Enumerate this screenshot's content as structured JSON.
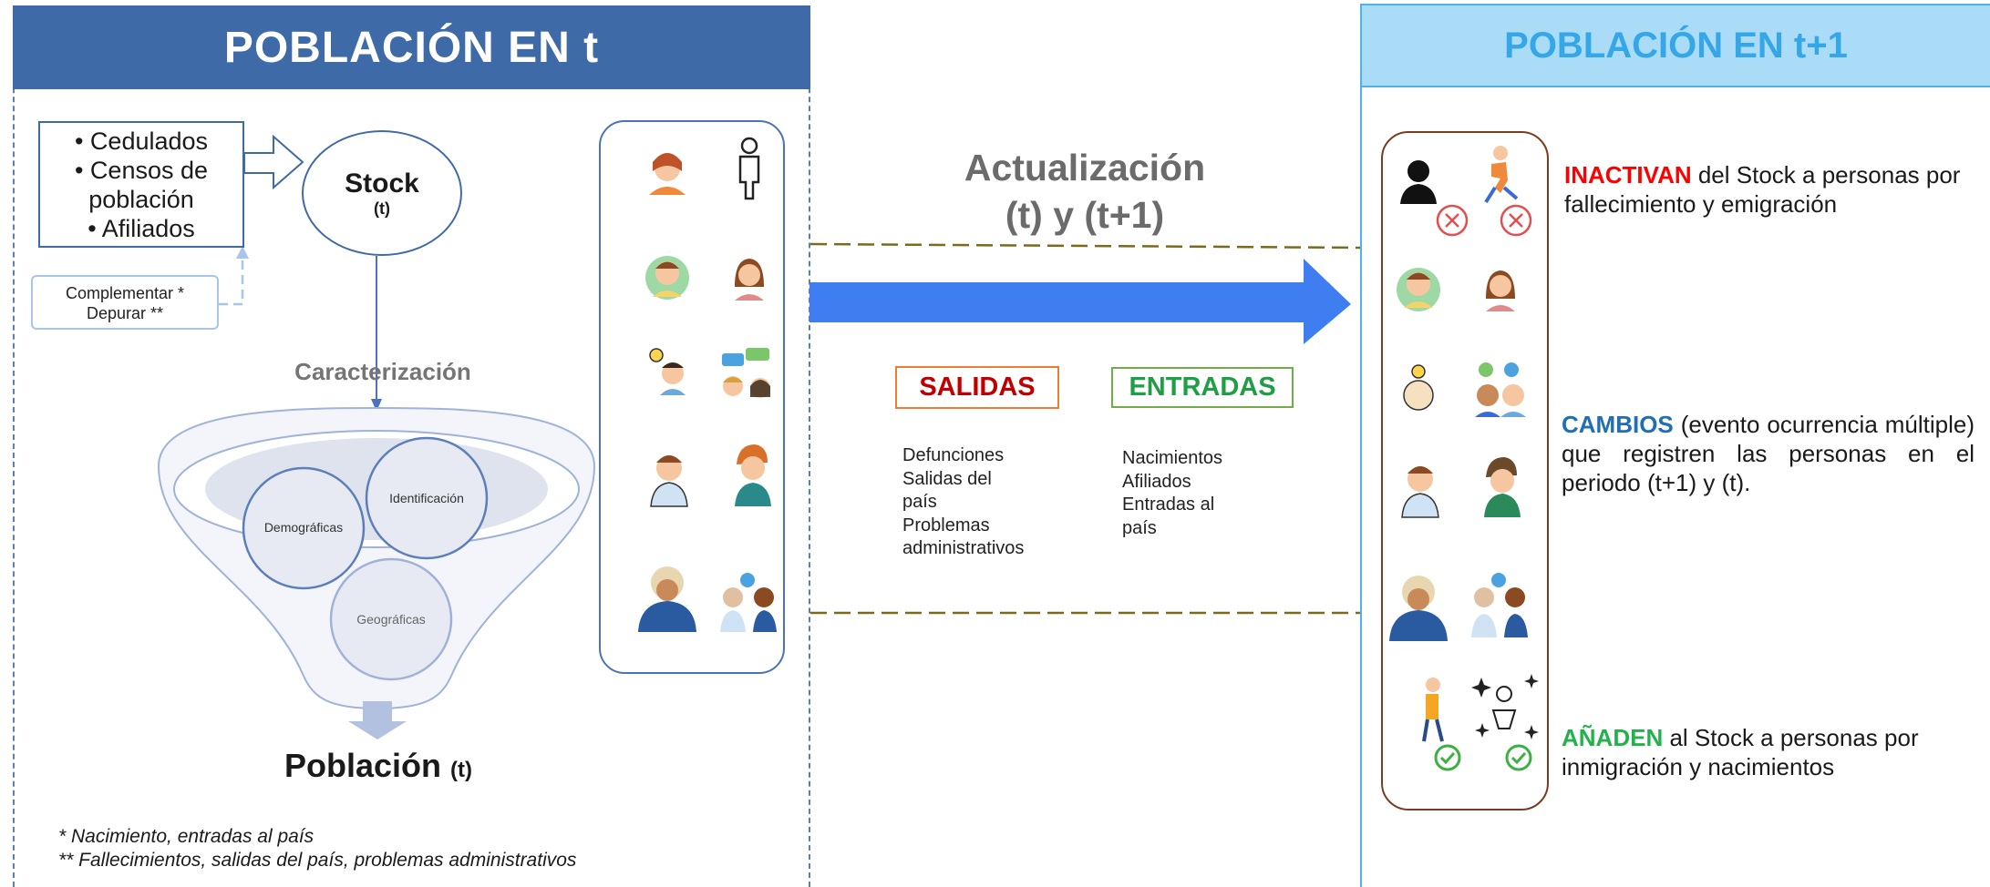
{
  "left_panel": {
    "title": "POBLACIÓN EN t",
    "sources": [
      "• Cedulados",
      "• Censos de",
      "población",
      "• Afiliados"
    ],
    "complement": [
      "Complementar *",
      "Depurar **"
    ],
    "stock_label": "Stock",
    "stock_sub": "(t)",
    "caracterizacion": "Caracterización",
    "funnel_circles": [
      "Demográficas",
      "Identificación",
      "Geográficas"
    ],
    "poblacion_label": "Población",
    "poblacion_sub": "(t)",
    "footnotes": [
      "* Nacimiento, entradas al país",
      "** Fallecimientos, salidas del país, problemas administrativos"
    ]
  },
  "middle": {
    "update_line1": "Actualización",
    "update_line2": "(t) y (t+1)",
    "salidas_title": "SALIDAS",
    "salidas_items": [
      "Defunciones",
      "Salidas del",
      "país",
      "Problemas",
      "administrativos"
    ],
    "entradas_title": "ENTRADAS",
    "entradas_items": [
      "Nacimientos",
      "Afiliados",
      "Entradas al",
      "país"
    ]
  },
  "right_panel": {
    "title": "POBLACIÓN EN t+1",
    "inactivan_kw": "INACTIVAN",
    "inactivan_text": " del Stock a personas por fallecimiento y emigración",
    "cambios_kw": "CAMBIOS",
    "cambios_text": " (evento ocurrencia múltiple) que registren las personas en el periodo (t+1) y (t).",
    "anaden_kw": "AÑADEN",
    "anaden_text": " al Stock a personas por inmigración y nacimientos"
  },
  "colors": {
    "left_header": "#3f6aa8",
    "right_header": "#aadcf7",
    "arrow": "#3f7ef0",
    "salidas": "#c00000",
    "entradas": "#1f9e45",
    "inactivan": "#ff0000",
    "cambios": "#1f6fb5",
    "anaden": "#22b24c"
  },
  "icons": [
    "person-icons",
    "cross-icon",
    "check-icon"
  ]
}
